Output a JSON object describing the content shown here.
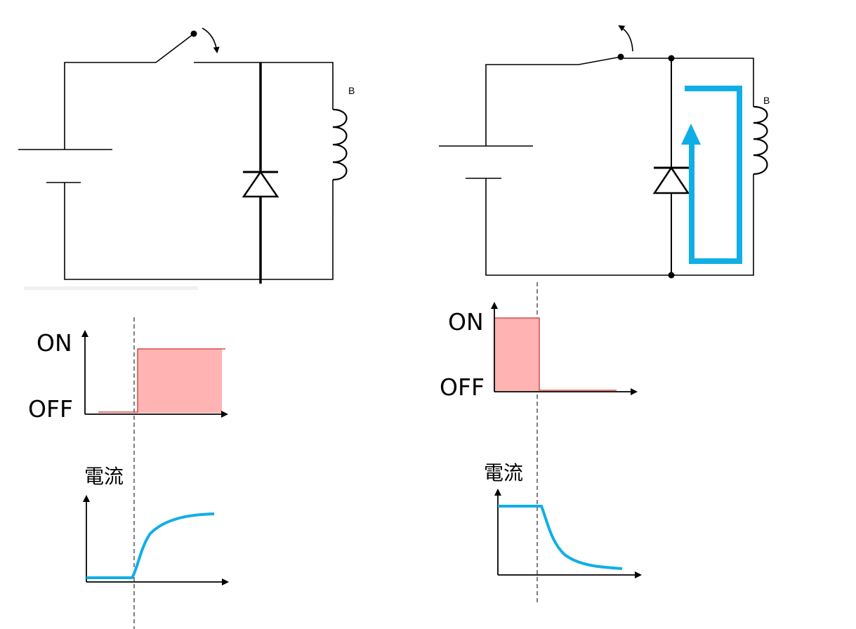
{
  "left_panel": {
    "inductor_label": "B",
    "switch_state_chart": {
      "on_label": "ON",
      "off_label": "OFF"
    },
    "current_chart": {
      "ylabel": "電流"
    }
  },
  "right_panel": {
    "inductor_label": "B",
    "switch_state_chart": {
      "on_label": "ON",
      "off_label": "OFF"
    },
    "current_chart": {
      "ylabel": "電流"
    }
  },
  "colors": {
    "wire": "#000000",
    "state_fill": "#ffb3b3",
    "state_stroke": "#d94a4a",
    "current": "#11aee6",
    "guide": "#000000"
  }
}
